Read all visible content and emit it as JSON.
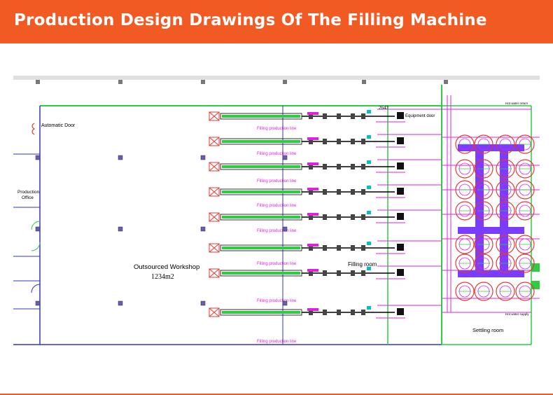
{
  "header": {
    "title": "Production Design Drawings Of The Filling Machine"
  },
  "drawing": {
    "labels": {
      "automatic_door": "Automatic Door",
      "production_office_line1": "Production",
      "production_office_line2": "Office",
      "workshop_name": "Outsourced Workshop",
      "workshop_area": "1234m2",
      "filling_room": "Filling room",
      "equipment_door": "Equipment door",
      "settling_room": "Settling room",
      "hot_water_return": "Hot water return",
      "hot_water_supply": "Hot water supply",
      "dimension": "2647",
      "filling_line": "Filling production line"
    },
    "filling_line_count": 8
  },
  "colors": {
    "accent": "#f15a22",
    "wall_green": "#2ecc40",
    "pipe_magenta": "#e020e0",
    "wall_blue": "#3333cc",
    "tank_purple": "#7a3cff"
  }
}
